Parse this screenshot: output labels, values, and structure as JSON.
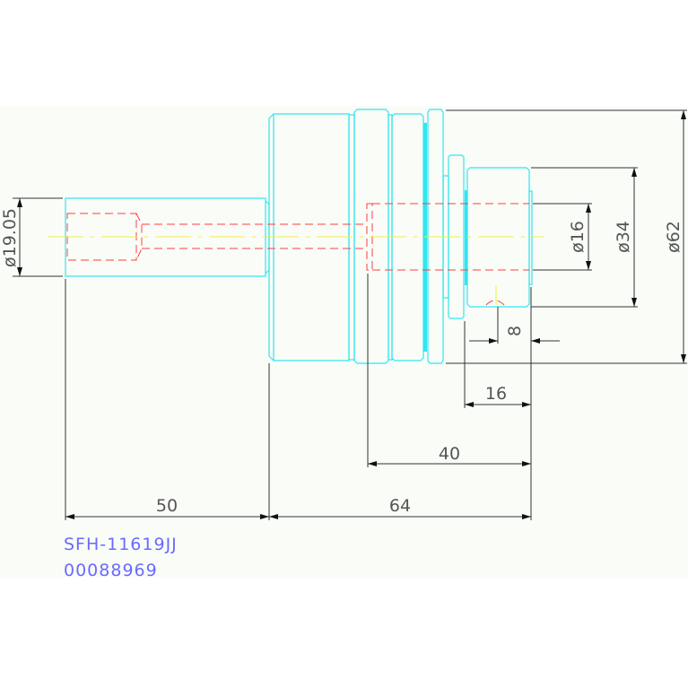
{
  "drawing": {
    "dimensions": {
      "d19": "ø19.05",
      "d16": "ø16",
      "d34": "ø34",
      "d62": "ø62",
      "l8": "8",
      "l16": "16",
      "l40": "40",
      "l50": "50",
      "l64": "64"
    },
    "part_number": "SFH-11619JJ",
    "code": "00088969"
  },
  "colors": {
    "outline": "#33e6ee",
    "hidden": "#ff4040",
    "center": "#f0f040",
    "label": "#6a6aff",
    "band": "#fafcf8"
  }
}
